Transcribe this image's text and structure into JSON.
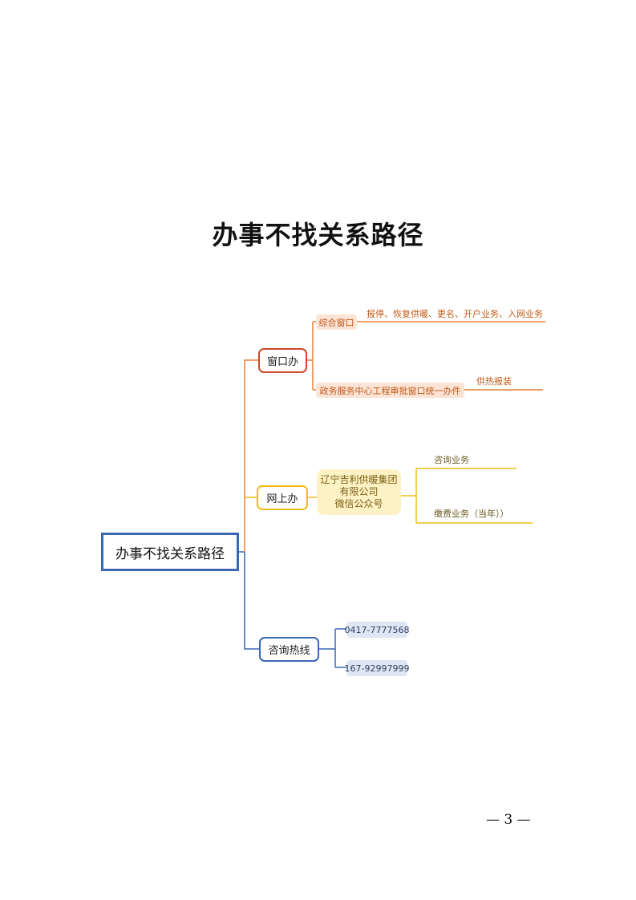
{
  "page_title": "办事不找关系路径",
  "colors": {
    "red": "#d2462a",
    "orange": "#e8803a",
    "yellow": "#f0bd16",
    "blue": "#3a68b4"
  },
  "diagram": {
    "root": "办事不找关系路径",
    "window": {
      "label": "窗口办",
      "comprehensive": {
        "label": "综合窗口",
        "detail": "报停、恢复供暖、更名、开户业务、入网业务"
      },
      "gov_center": {
        "label": "政务服务中心工程审批窗口统一办件",
        "detail": "供热报装"
      }
    },
    "online": {
      "label": "网上办",
      "account": [
        "辽宁吉利供暖集团",
        "有限公司",
        "微信公众号"
      ],
      "services": [
        "咨询业务",
        "缴费业务（当年））"
      ]
    },
    "hotline": {
      "label": "咨询热线",
      "numbers": [
        "0417-7777568",
        "167-92997999"
      ]
    }
  },
  "page_number": "— 3 —"
}
